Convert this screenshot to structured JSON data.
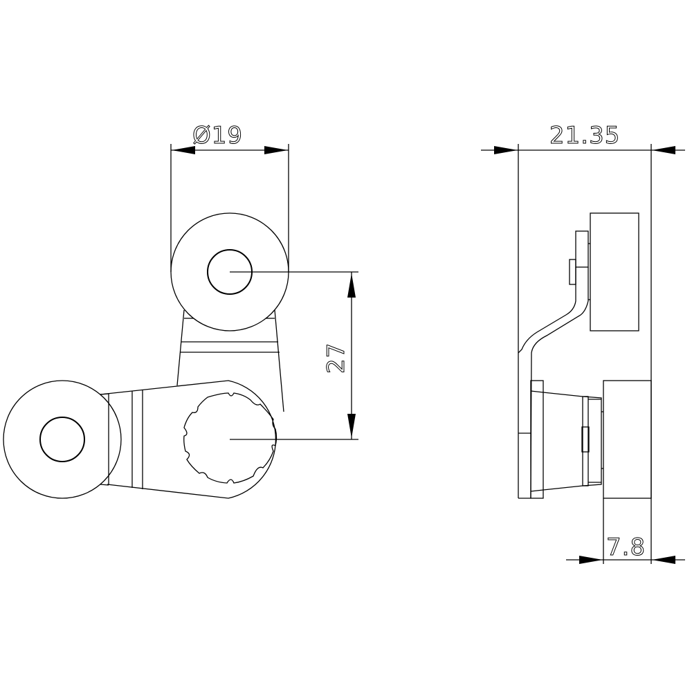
{
  "drawing": {
    "type": "technical-drawing",
    "subject": "roller lever actuator",
    "line_color": "#000000",
    "background": "#ffffff",
    "views": [
      {
        "name": "front-view",
        "description": "Two roller lever arms joined at splined hub"
      },
      {
        "name": "side-view",
        "description": "Side profile of lever with roller and hub"
      }
    ],
    "dimensions": {
      "roller_diameter": {
        "label": "Ø19",
        "value": 19,
        "symbol": "Ø"
      },
      "lever_offset": {
        "label": "27",
        "value": 27
      },
      "overall_width": {
        "label": "21.35",
        "value": 21.35
      },
      "hub_width": {
        "label": "7.8",
        "value": 7.8
      }
    }
  }
}
